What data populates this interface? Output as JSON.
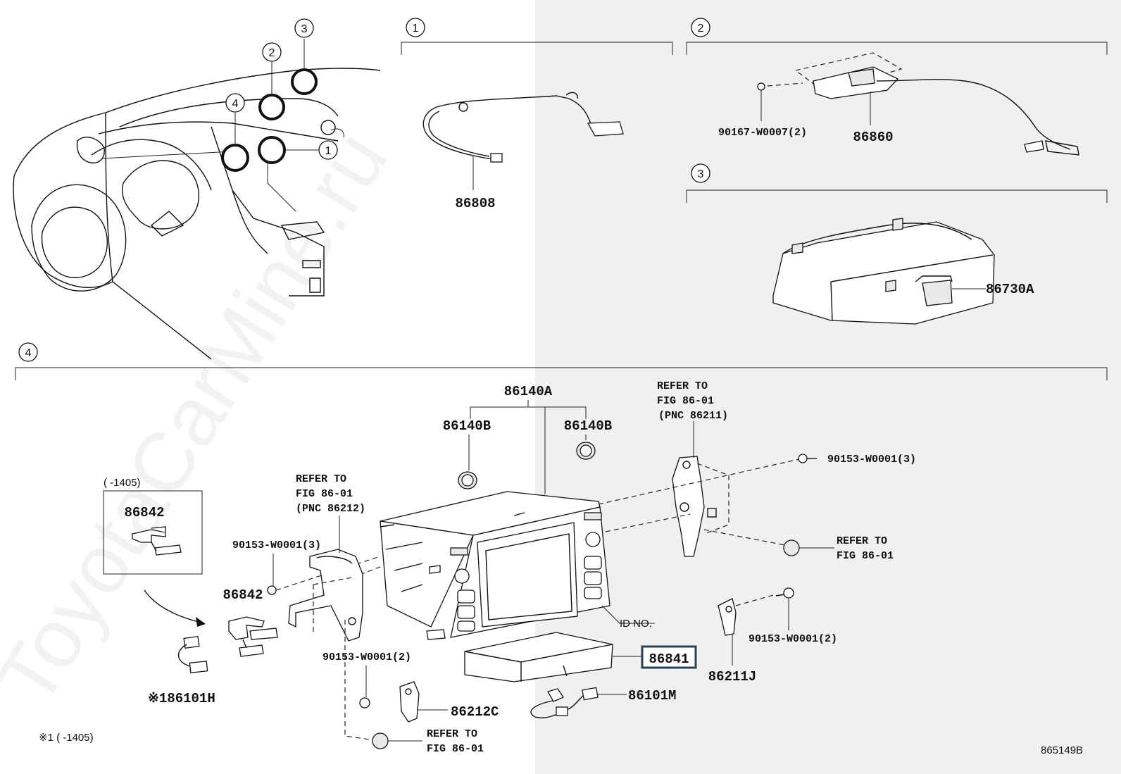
{
  "watermark": "ToyotaCarMine.ru",
  "diagram_code": "865149B",
  "callouts": [
    "1",
    "2",
    "3",
    "4"
  ],
  "sections": {
    "s1": {
      "number": "1",
      "parts": [
        "86808"
      ]
    },
    "s2": {
      "number": "2",
      "parts": [
        "90167-W0007(2)",
        "86860"
      ]
    },
    "s3": {
      "number": "3",
      "parts": [
        "86730A"
      ]
    },
    "s4": {
      "number": "4"
    }
  },
  "labels": {
    "p86140A": "86140A",
    "p86140B_left": "86140B",
    "p86140B_right": "86140B",
    "ref_top_right": [
      "REFER TO",
      "FIG 86-01",
      "(PNC 86211)"
    ],
    "ref_left": [
      "REFER TO",
      "FIG 86-01",
      "(PNC 86212)"
    ],
    "bolt_top_right": "90153-W0001(3)",
    "bolt_left": "90153-W0001(3)",
    "bolt_mid": "90153-W0001(2)",
    "bolt_right": "90153-W0001(2)",
    "ref_right": [
      "REFER TO",
      "FIG 86-01"
    ],
    "ref_bottom": [
      "REFER TO",
      "FIG 86-01"
    ],
    "inset_range": "(      -1405)",
    "p86842_inset": "86842",
    "p86842": "86842",
    "p86101H": "※186101H",
    "p86841": "86841",
    "p86101M": "86101M",
    "p86212C": "86212C",
    "p86211J": "86211J",
    "id_no": "ID NO.",
    "footnote": "※1 (      -1405)"
  },
  "highlight_color": "#2b3f4f"
}
